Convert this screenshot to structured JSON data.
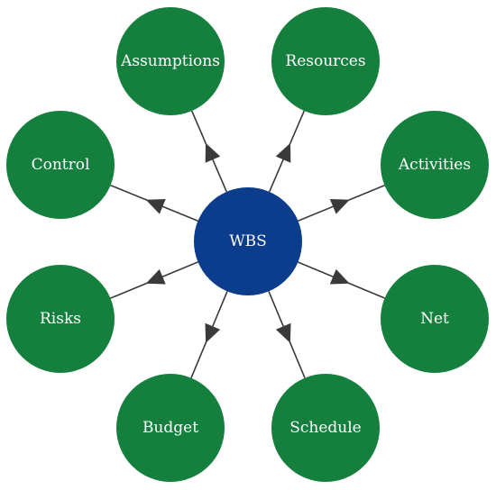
{
  "diagram": {
    "center": {
      "label": "WBS",
      "color": "#0b3d8c"
    },
    "node_color": "#15803d",
    "edge_color": "#3a3a3a",
    "nodes": [
      {
        "id": "assumptions",
        "label": "Assumptions"
      },
      {
        "id": "resources",
        "label": "Resources"
      },
      {
        "id": "control",
        "label": "Control"
      },
      {
        "id": "activities",
        "label": "Activities"
      },
      {
        "id": "risks",
        "label": "Risks"
      },
      {
        "id": "net",
        "label": "Net"
      },
      {
        "id": "budget",
        "label": "Budget"
      },
      {
        "id": "schedule",
        "label": "Schedule"
      }
    ]
  }
}
